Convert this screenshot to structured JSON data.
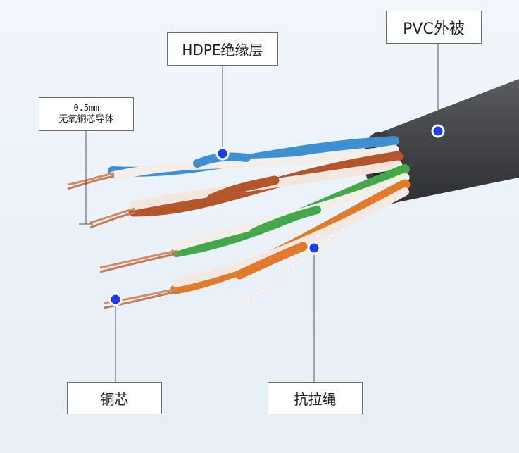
{
  "labels": {
    "pvc_jacket": "PVC外被",
    "hdpe_insulation": "HDPE绝缘层",
    "conductor_size": "0.5mm",
    "conductor_desc": "无氧铜芯导体",
    "copper_core": "铜芯",
    "rip_cord": "抗拉绳"
  },
  "colors": {
    "marker": "#1a3cff",
    "jacket": "#4a4b4f",
    "pair_blue": "#3f8fd3",
    "pair_brown": "#b4552c",
    "pair_green": "#43a84a",
    "pair_orange": "#e07a2c",
    "copper": "#d08a64"
  }
}
